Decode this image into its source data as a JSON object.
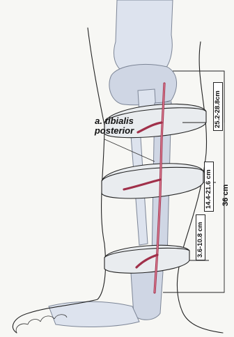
{
  "labels": {
    "artery_line1": "a. tibialis",
    "artery_line2": "posterior"
  },
  "measurements": {
    "upper": "25.2-28.8cm",
    "middle": "14.4-21.6 cm",
    "lower": "3.6-10.8 cm",
    "total": "36 cm"
  }
}
